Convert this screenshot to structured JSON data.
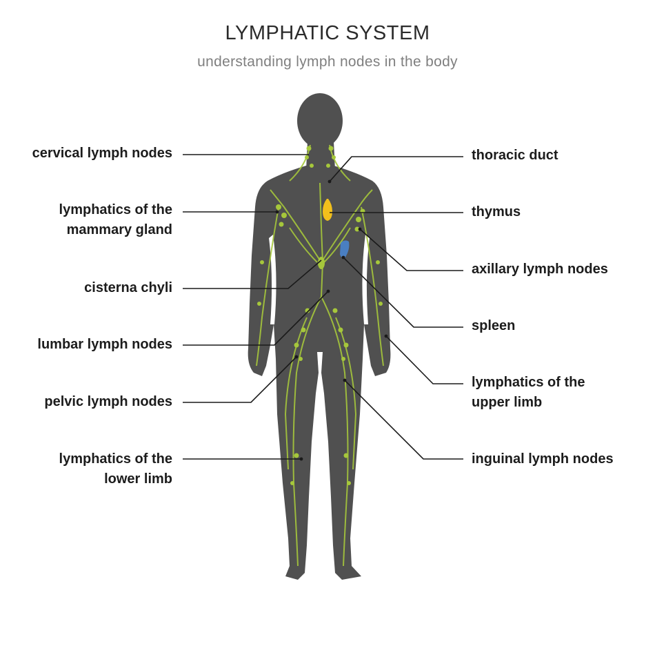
{
  "title": "LYMPHATIC SYSTEM",
  "subtitle": "understanding lymph nodes in the body",
  "colors": {
    "body": "#505050",
    "lymph": "#a6c73b",
    "thymus": "#f2c01c",
    "spleen": "#4a7fc1",
    "leader_line": "#1a1a1a"
  },
  "labels": {
    "left": [
      {
        "id": "cervical-lymph-nodes",
        "lines": [
          "cervical lymph nodes"
        ]
      },
      {
        "id": "lymphatics-mammary-gland",
        "lines": [
          "lymphatics of the",
          "mammary gland"
        ]
      },
      {
        "id": "cisterna-chyli",
        "lines": [
          "cisterna chyli"
        ]
      },
      {
        "id": "lumbar-lymph-nodes",
        "lines": [
          "lumbar lymph nodes"
        ]
      },
      {
        "id": "pelvic-lymph-nodes",
        "lines": [
          "pelvic lymph nodes"
        ]
      },
      {
        "id": "lymphatics-lower-limb",
        "lines": [
          "lymphatics of the",
          "lower limb"
        ]
      }
    ],
    "right": [
      {
        "id": "thoracic-duct",
        "lines": [
          "thoracic duct"
        ]
      },
      {
        "id": "thymus",
        "lines": [
          "thymus"
        ]
      },
      {
        "id": "axillary-lymph-nodes",
        "lines": [
          "axillary lymph nodes"
        ]
      },
      {
        "id": "spleen",
        "lines": [
          "spleen"
        ]
      },
      {
        "id": "lymphatics-upper-limb",
        "lines": [
          "lymphatics of the",
          "upper limb"
        ]
      },
      {
        "id": "inguinal-lymph-nodes",
        "lines": [
          "inguinal lymph nodes"
        ]
      }
    ]
  }
}
